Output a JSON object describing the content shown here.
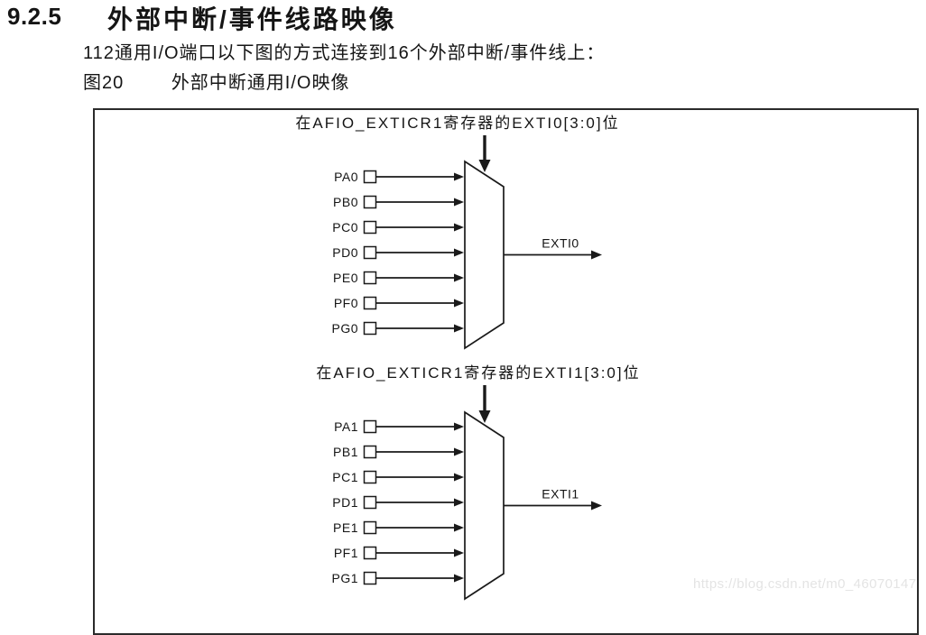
{
  "document": {
    "section_number": "9.2.5",
    "section_title": "外部中断/事件线路映像",
    "body_text": "112通用I/O端口以下图的方式连接到16个外部中断/事件线上：",
    "figure_label": "图20",
    "figure_title": "外部中断通用I/O映像"
  },
  "figure": {
    "muxes": [
      {
        "control_label": "在AFIO_EXTICR1寄存器的EXTI0[3:0]位",
        "inputs": [
          "PA0",
          "PB0",
          "PC0",
          "PD0",
          "PE0",
          "PF0",
          "PG0"
        ],
        "output_label": "EXTI0"
      },
      {
        "control_label": "在AFIO_EXTICR1寄存器的EXTI1[3:0]位",
        "inputs": [
          "PA1",
          "PB1",
          "PC1",
          "PD1",
          "PE1",
          "PF1",
          "PG1"
        ],
        "output_label": "EXTI1"
      }
    ],
    "watermark": "https://blog.csdn.net/m0_46070147"
  },
  "colors": {
    "text": "#151515",
    "line": "#1a1a1a",
    "border": "#2b2b2b",
    "watermark": "#e4e4e4",
    "background": "#ffffff"
  }
}
